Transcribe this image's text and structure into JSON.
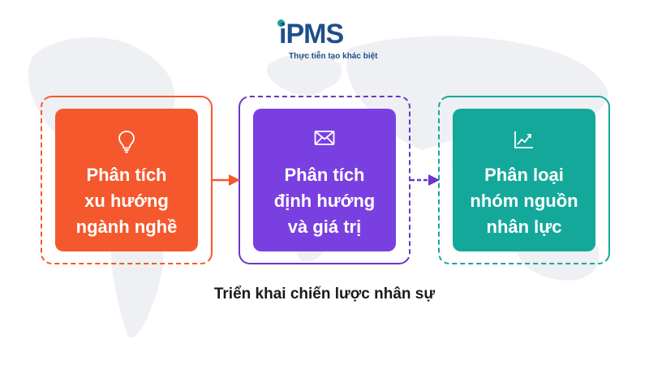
{
  "logo": {
    "brand": "iPMS",
    "tagline": "Thực tiễn tạo khác biệt"
  },
  "steps": [
    {
      "icon": "lightbulb-icon",
      "color": "#f4582c",
      "frame_color": "#f4582c",
      "lines": [
        "Phân tích",
        "xu hướng",
        "ngành nghề"
      ]
    },
    {
      "icon": "envelope-icon",
      "color": "#7a3fe0",
      "frame_color": "#6a36c8",
      "lines": [
        "Phân tích",
        "định hướng",
        "và giá trị"
      ]
    },
    {
      "icon": "trend-chart-icon",
      "color": "#14a89a",
      "frame_color": "#14a89a",
      "lines": [
        "Phân loại",
        "nhóm nguồn",
        "nhân lực"
      ]
    }
  ],
  "caption": "Triển khai chiến lược nhân sự",
  "colors": {
    "background": "#ffffff",
    "map": "#eef0f3",
    "logo_text": "#1f4e8c",
    "logo_accent": "#14a39a",
    "caption_text": "#1a1a1a"
  }
}
